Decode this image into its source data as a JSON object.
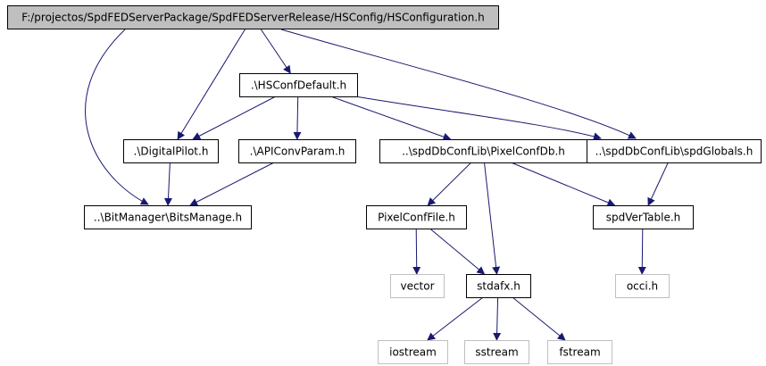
{
  "diagram": {
    "title": "",
    "nodes": [
      {
        "id": "root",
        "label": "F:/projectos/SpdFEDServerPackage/SpdFEDServerRelease/HSConfig/HSConfiguration.h",
        "style": "root"
      },
      {
        "id": "hsconfdefault",
        "label": ".\\HSConfDefault.h",
        "style": "normal"
      },
      {
        "id": "digitalpilot",
        "label": ".\\DigitalPilot.h",
        "style": "normal"
      },
      {
        "id": "apiconvparam",
        "label": ".\\APIConvParam.h",
        "style": "normal"
      },
      {
        "id": "pixelconfdb",
        "label": "..\\spdDbConfLib\\PixelConfDb.h",
        "style": "normal"
      },
      {
        "id": "spdglobals",
        "label": "..\\spdDbConfLib\\spdGlobals.h",
        "style": "normal"
      },
      {
        "id": "bitsmanage",
        "label": "..\\BitManager\\BitsManage.h",
        "style": "normal"
      },
      {
        "id": "pixelconffile",
        "label": "PixelConfFile.h",
        "style": "normal"
      },
      {
        "id": "spdvertable",
        "label": "spdVerTable.h",
        "style": "normal"
      },
      {
        "id": "vector",
        "label": "vector",
        "style": "external"
      },
      {
        "id": "stdafx",
        "label": "stdafx.h",
        "style": "normal"
      },
      {
        "id": "occi",
        "label": "occi.h",
        "style": "external"
      },
      {
        "id": "iostream",
        "label": "iostream",
        "style": "external"
      },
      {
        "id": "sstream",
        "label": "sstream",
        "style": "external"
      },
      {
        "id": "fstream",
        "label": "fstream",
        "style": "external"
      }
    ],
    "edges": [
      {
        "from": "root",
        "to": "hsconfdefault"
      },
      {
        "from": "root",
        "to": "digitalpilot"
      },
      {
        "from": "root",
        "to": "bitsmanage"
      },
      {
        "from": "root",
        "to": "spdglobals"
      },
      {
        "from": "hsconfdefault",
        "to": "digitalpilot"
      },
      {
        "from": "hsconfdefault",
        "to": "apiconvparam"
      },
      {
        "from": "hsconfdefault",
        "to": "pixelconfdb"
      },
      {
        "from": "hsconfdefault",
        "to": "spdglobals"
      },
      {
        "from": "digitalpilot",
        "to": "bitsmanage"
      },
      {
        "from": "apiconvparam",
        "to": "bitsmanage"
      },
      {
        "from": "pixelconfdb",
        "to": "pixelconffile"
      },
      {
        "from": "pixelconfdb",
        "to": "stdafx"
      },
      {
        "from": "pixelconfdb",
        "to": "spdvertable"
      },
      {
        "from": "spdglobals",
        "to": "spdvertable"
      },
      {
        "from": "pixelconffile",
        "to": "vector"
      },
      {
        "from": "pixelconffile",
        "to": "stdafx"
      },
      {
        "from": "spdvertable",
        "to": "occi"
      },
      {
        "from": "stdafx",
        "to": "iostream"
      },
      {
        "from": "stdafx",
        "to": "sstream"
      },
      {
        "from": "stdafx",
        "to": "fstream"
      }
    ]
  },
  "colors": {
    "edge": "#191970",
    "root_fill": "#bfbfbf",
    "node_fill": "#ffffff",
    "node_stroke": "#000000",
    "external_stroke": "#bfbfbf",
    "text": "#000000"
  }
}
